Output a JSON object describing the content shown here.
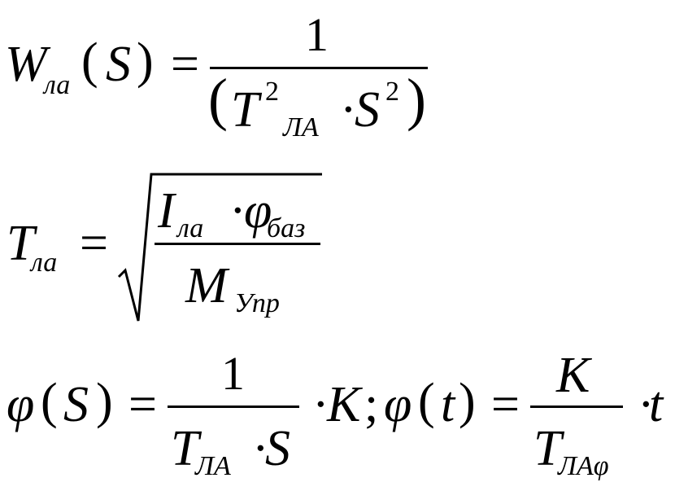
{
  "eq1": {
    "W": "W",
    "W_sub": "ла",
    "lp": "(",
    "s": "S",
    "rp": ")",
    "eq": "=",
    "num": "1",
    "den_lp": "(",
    "T": "T",
    "T_sup": "2",
    "T_sub": "ЛА",
    "dot": "·",
    "S": "S",
    "S_sup": "2",
    "den_rp": ")"
  },
  "eq2": {
    "T": "T",
    "T_sub": "ла",
    "eq": "=",
    "I": "I",
    "I_sub": "ла",
    "dot": "·",
    "phi": "φ",
    "phi_sub": "баз",
    "M": "M",
    "M_sub": "Упр"
  },
  "eq3": {
    "phi1": "φ",
    "lp1": "(",
    "s": "S",
    "rp1": ")",
    "eq1": "=",
    "num1": "1",
    "den1_T": "T",
    "den1_T_sub": "ЛА",
    "den1_dot": "·",
    "den1_S": "S",
    "dotK": "·",
    "K": "K",
    "semi": ";",
    "phi2": "φ",
    "lp2": "(",
    "t": "t",
    "rp2": ")",
    "eq2": "=",
    "num2": "K",
    "den2_T": "T",
    "den2_T_sub": "ЛАφ",
    "dott": "·",
    "t2": "t"
  }
}
